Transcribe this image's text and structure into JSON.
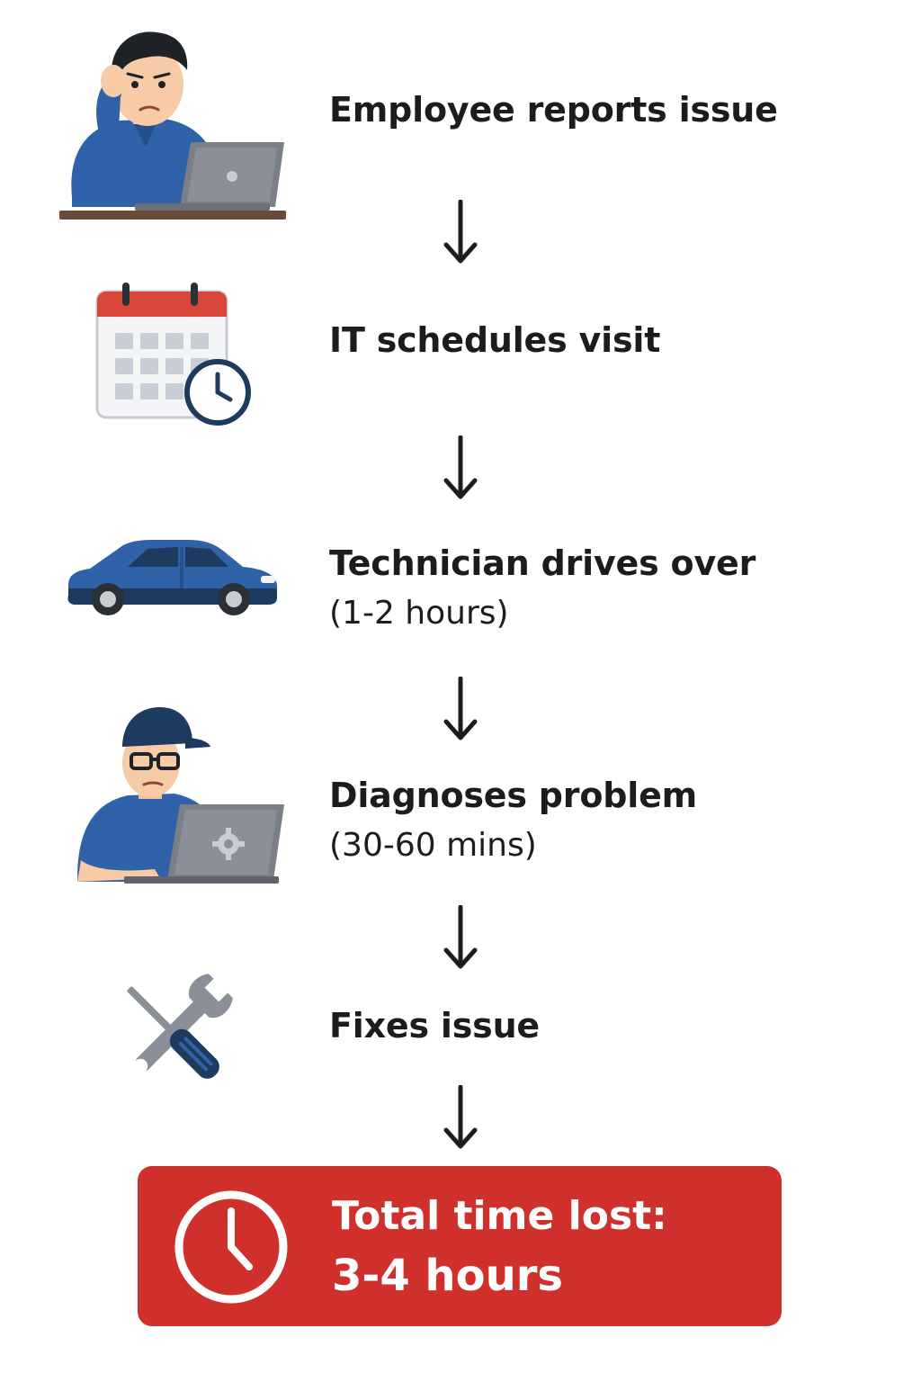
{
  "steps": [
    {
      "label": "Employee reports issue",
      "sub": "",
      "icon": "employee-laptop-icon"
    },
    {
      "label": "IT schedules visit",
      "sub": "",
      "icon": "calendar-clock-icon"
    },
    {
      "label": "Technician drives over",
      "sub": "(1-2 hours)",
      "icon": "car-icon"
    },
    {
      "label": "Diagnoses problem",
      "sub": "(30-60 mins)",
      "icon": "technician-laptop-icon"
    },
    {
      "label": "Fixes issue",
      "sub": "",
      "icon": "tools-icon"
    }
  ],
  "total": {
    "line1": "Total time lost:",
    "line2": "3-4 hours",
    "icon": "clock-icon"
  },
  "colors": {
    "text": "#1c1c1c",
    "accent_red": "#d0302b",
    "shirt_blue": "#2f62a8",
    "navy": "#1d3a5f",
    "laptop_gray": "#7a7f88"
  }
}
